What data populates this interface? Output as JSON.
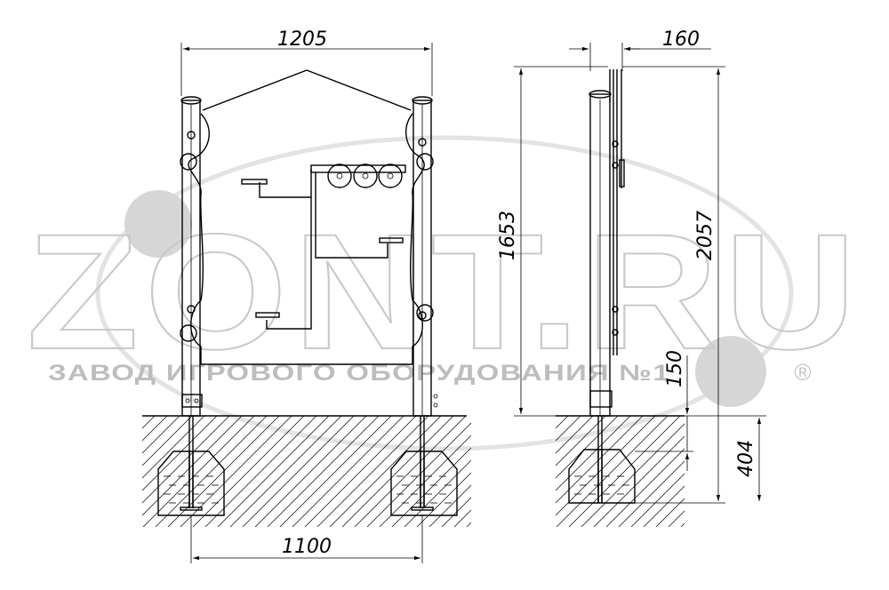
{
  "watermark": {
    "logo_text": "ZONT.RU",
    "subtitle": "ЗАВОД ИГРОВОГО ОБОРУДОВАНИЯ №1",
    "registered_mark": "®"
  },
  "dimensions": {
    "overall_width": "1205",
    "post_spacing": "1100",
    "side_depth": "160",
    "height_above_ground": "1653",
    "total_height": "2057",
    "footing_offset": "150",
    "burial_depth": "404"
  }
}
